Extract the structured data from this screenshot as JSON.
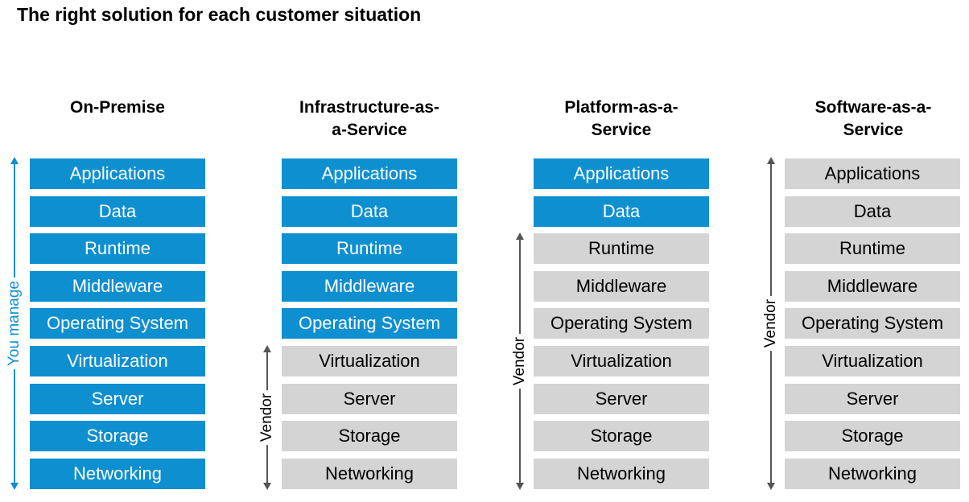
{
  "title": "The right solution for each customer situation",
  "columns": [
    {
      "head_lines": [
        "On-Premise",
        ""
      ],
      "layers": [
        "Applications",
        "Data",
        "Runtime",
        "Middleware",
        "Operating System",
        "Virtualization",
        "Server",
        "Storage",
        "Networking"
      ],
      "managed_count": 9,
      "bracket_label": "You manage"
    },
    {
      "head_lines": [
        "Infrastructure-as-",
        "a-Service"
      ],
      "layers": [
        "Applications",
        "Data",
        "Runtime",
        "Middleware",
        "Operating System",
        "Virtualization",
        "Server",
        "Storage",
        "Networking"
      ],
      "managed_count": 5,
      "bracket_label": "Vendor"
    },
    {
      "head_lines": [
        "Platform-as-a-",
        "Service"
      ],
      "layers": [
        "Applications",
        "Data",
        "Runtime",
        "Middleware",
        "Operating System",
        "Virtualization",
        "Server",
        "Storage",
        "Networking"
      ],
      "managed_count": 2,
      "bracket_label": "Vendor"
    },
    {
      "head_lines": [
        "Software-as-a-",
        "Service"
      ],
      "layers": [
        "Applications",
        "Data",
        "Runtime",
        "Middleware",
        "Operating System",
        "Virtualization",
        "Server",
        "Storage",
        "Networking"
      ],
      "managed_count": 0,
      "bracket_label": "Vendor"
    }
  ],
  "colors": {
    "managed": "#0e8fd0",
    "vendor": "#d4d4d4",
    "you_manage_arrow": "#0e8fd0",
    "vendor_arrow": "#555555"
  }
}
